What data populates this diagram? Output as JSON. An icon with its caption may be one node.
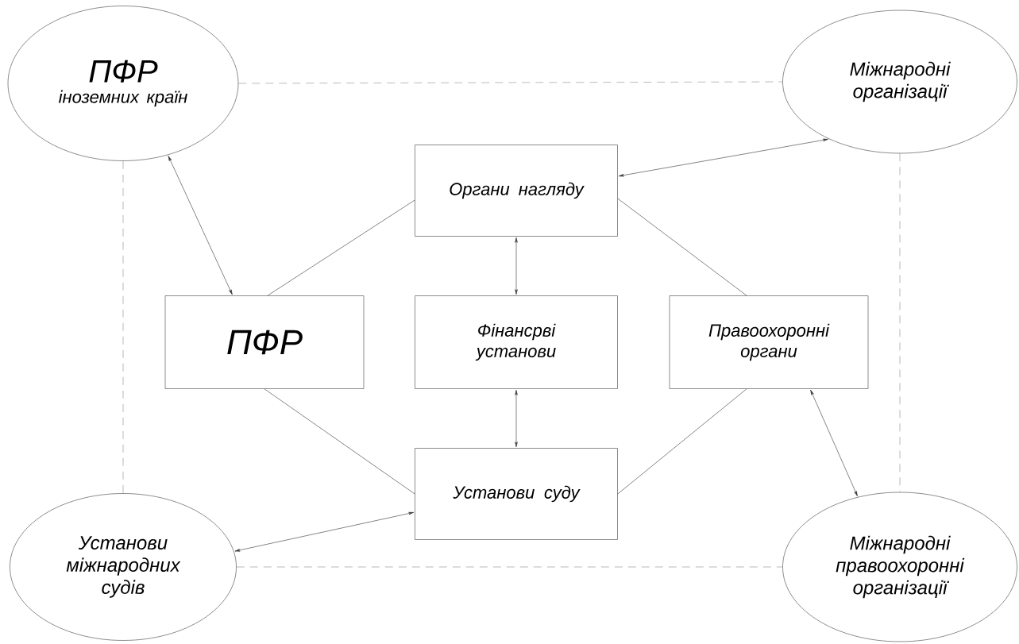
{
  "diagram": {
    "nodes": [
      {
        "text": [
          "ПФР",
          "іноземних країн"
        ]
      },
      {
        "text": [
          "Міжнародні організації"
        ]
      },
      {
        "text": [
          "Органи нагляду"
        ]
      },
      {
        "text": [
          "ПФР"
        ]
      },
      {
        "text": [
          "Фінансрві установи"
        ]
      },
      {
        "text": [
          "Правоохоронні органи"
        ]
      },
      {
        "text": [
          "Установи суду"
        ]
      },
      {
        "text": [
          "Установи міжнародних судів"
        ]
      },
      {
        "text": [
          "Міжнародні правоохоронні організації"
        ]
      }
    ],
    "edges": [
      {
        "from": 0,
        "to": 3,
        "arrow": "both"
      },
      {
        "from": 2,
        "to": 1,
        "arrow": "both"
      },
      {
        "from": 2,
        "to": 4,
        "arrow": "both"
      },
      {
        "from": 4,
        "to": 6,
        "arrow": "both"
      },
      {
        "from": 5,
        "to": 8,
        "arrow": "both"
      },
      {
        "from": 6,
        "to": 7,
        "arrow": "both"
      },
      {
        "from": 3,
        "to": 2,
        "arrow": "none"
      },
      {
        "from": 2,
        "to": 5,
        "arrow": "none"
      },
      {
        "from": 3,
        "to": 6,
        "arrow": "none"
      },
      {
        "from": 5,
        "to": 6,
        "arrow": "none"
      },
      {
        "from": 0,
        "to": 1,
        "arrow": "none",
        "style": "dashed",
        "color": "#8c8c8c"
      },
      {
        "from": 0,
        "to": 7,
        "arrow": "none",
        "style": "dashed",
        "color": "#8c8c8c"
      },
      {
        "from": 1,
        "to": 8,
        "arrow": "none",
        "style": "dashed",
        "color": "#8c8c8c"
      },
      {
        "from": 7,
        "to": 8,
        "arrow": "none",
        "style": "dashed",
        "color": "#8c8c8c"
      }
    ]
  }
}
